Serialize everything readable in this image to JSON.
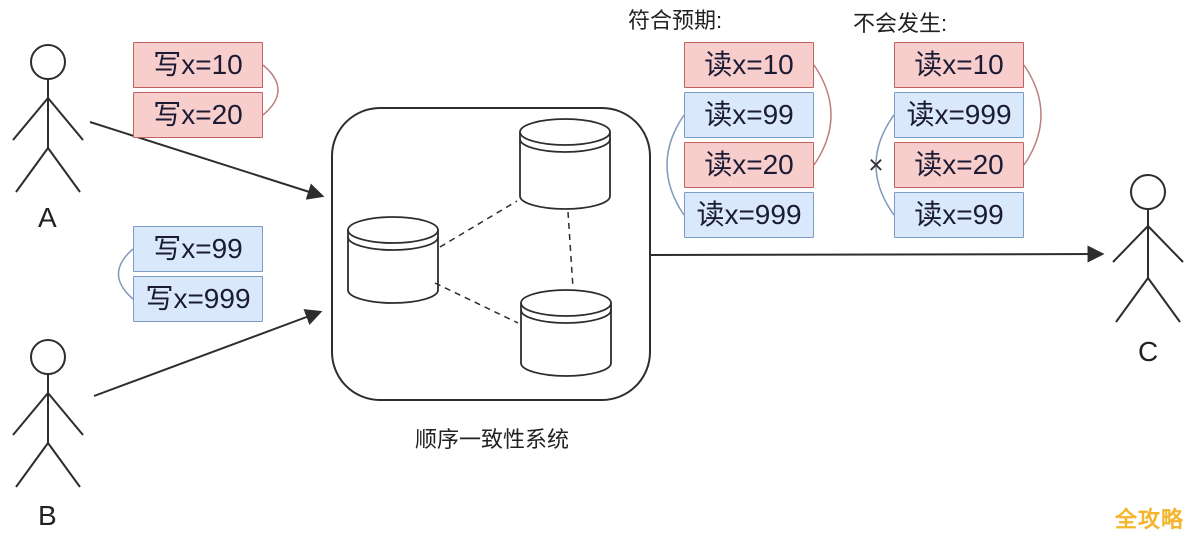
{
  "actors": {
    "a": "A",
    "b": "B",
    "c": "C"
  },
  "writes_a": [
    "写x=10",
    "写x=20"
  ],
  "writes_b": [
    "写x=99",
    "写x=999"
  ],
  "system_label": "顺序一致性系统",
  "expected": {
    "header": "符合预期:",
    "reads": [
      "读x=10",
      "读x=99",
      "读x=20",
      "读x=999"
    ]
  },
  "not_happen": {
    "header": "不会发生:",
    "reads": [
      "读x=10",
      "读x=999",
      "读x=20",
      "读x=99"
    ],
    "cross_mark": "×"
  },
  "watermark": "全攻略",
  "colors": {
    "red_fill": "#F8CECC",
    "red_border": "#C06360",
    "blue_fill": "#DAE8FC",
    "blue_border": "#7C9CC6",
    "text": "#1B1B35",
    "watermark": "#F2B52B"
  }
}
